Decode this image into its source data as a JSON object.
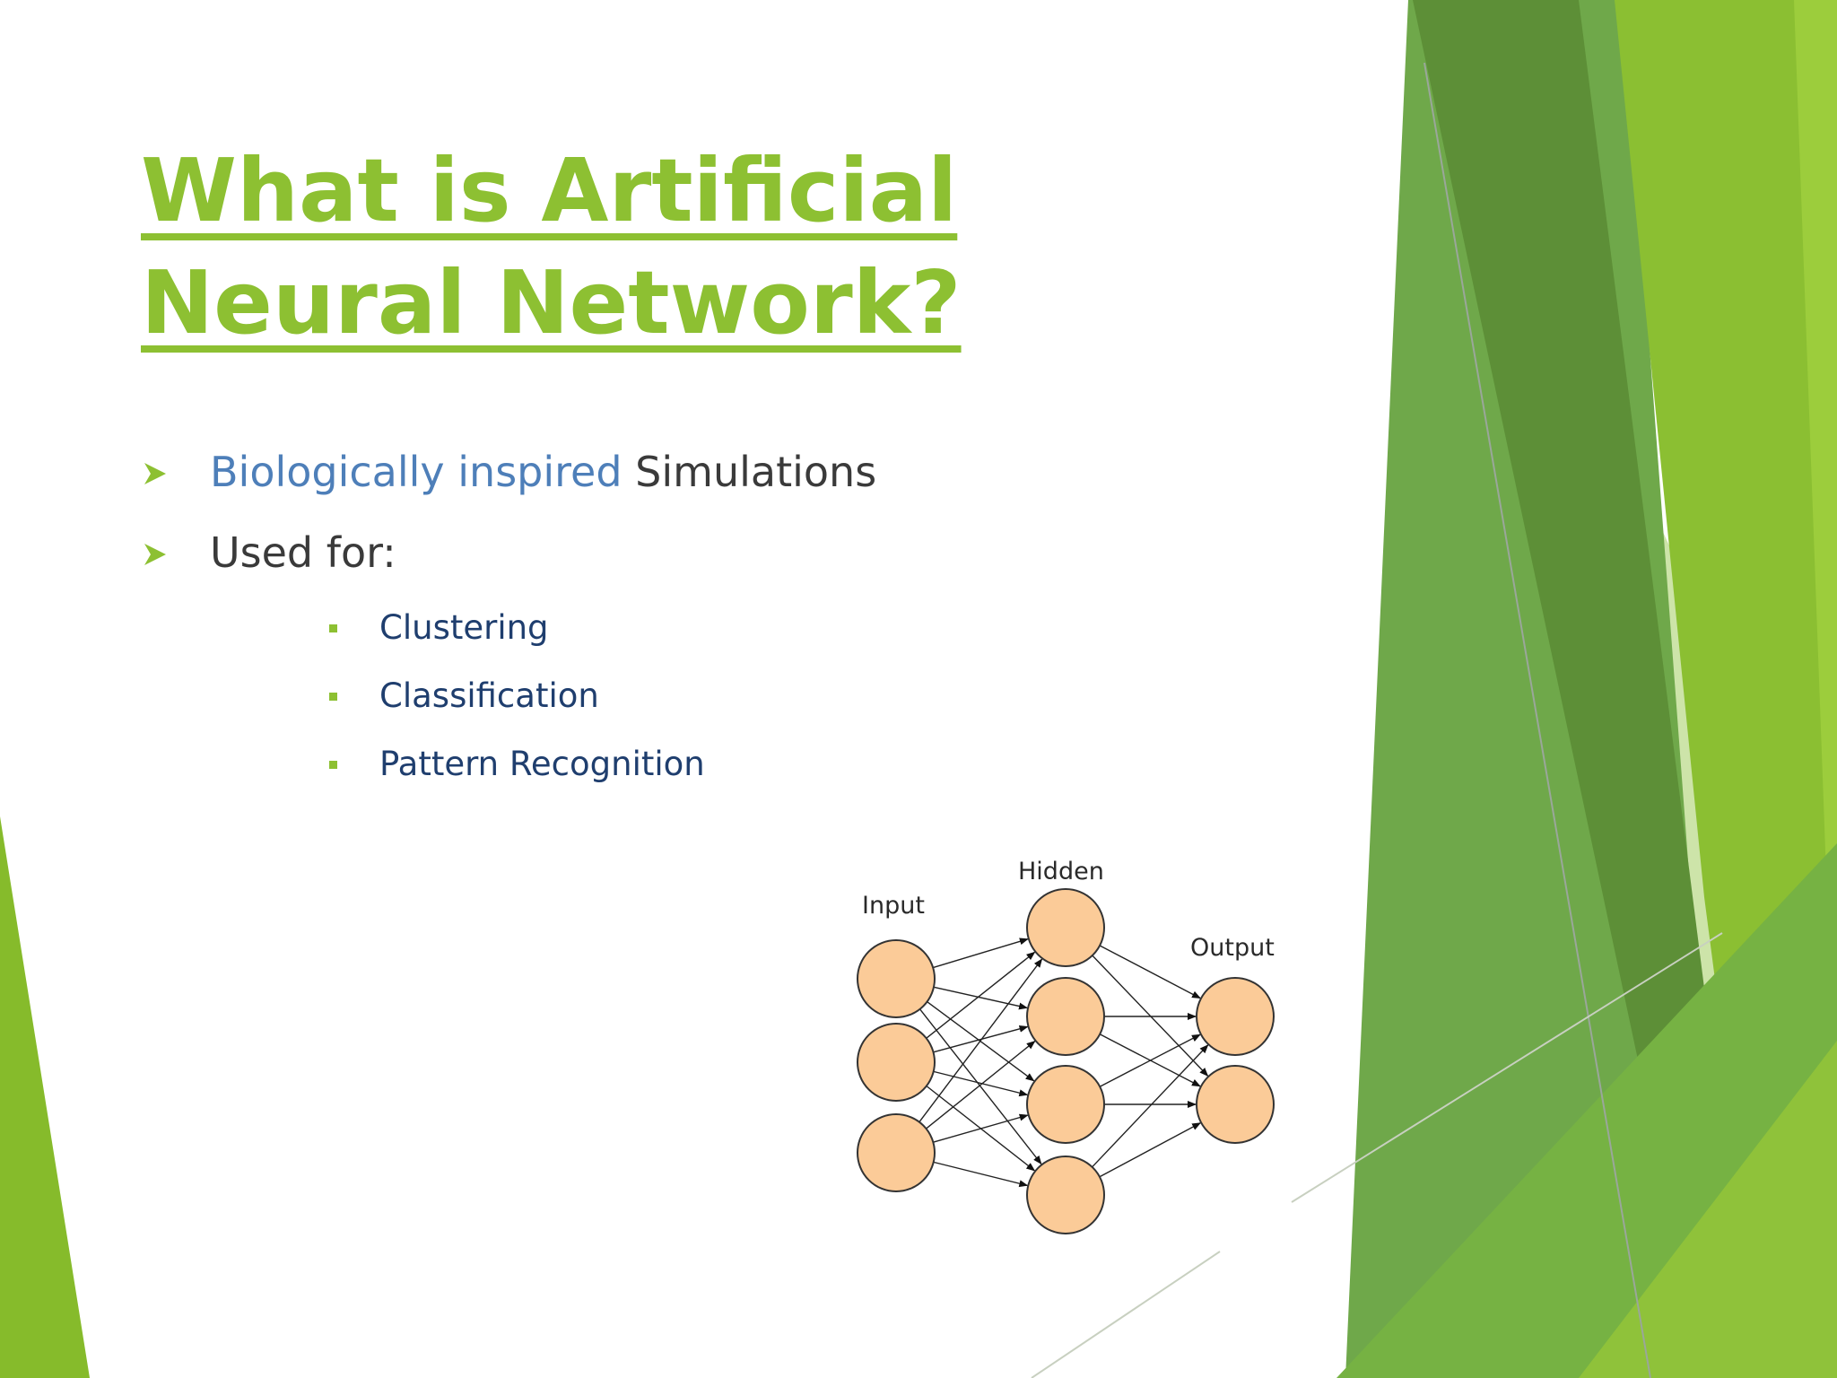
{
  "slide": {
    "title": "What is Artificial Neural Network?",
    "title_color": "#8dc032",
    "bullets": [
      {
        "highlight": "Biologically inspired",
        "rest": " Simulations"
      },
      {
        "highlight": "",
        "rest": "Used for:"
      }
    ],
    "sub_bullets": [
      "Clustering",
      "Classification",
      "Pattern Recognition"
    ],
    "highlight_color": "#4e7fb9",
    "sub_bullet_color": "#1f3e6e",
    "bullet_marker_color": "#8dc032"
  },
  "diagram": {
    "input_label": "Input",
    "hidden_label": "Hidden",
    "output_label": "Output",
    "input_count": 3,
    "hidden_count": 4,
    "output_count": 2,
    "node_fill": "#fbcb98"
  }
}
